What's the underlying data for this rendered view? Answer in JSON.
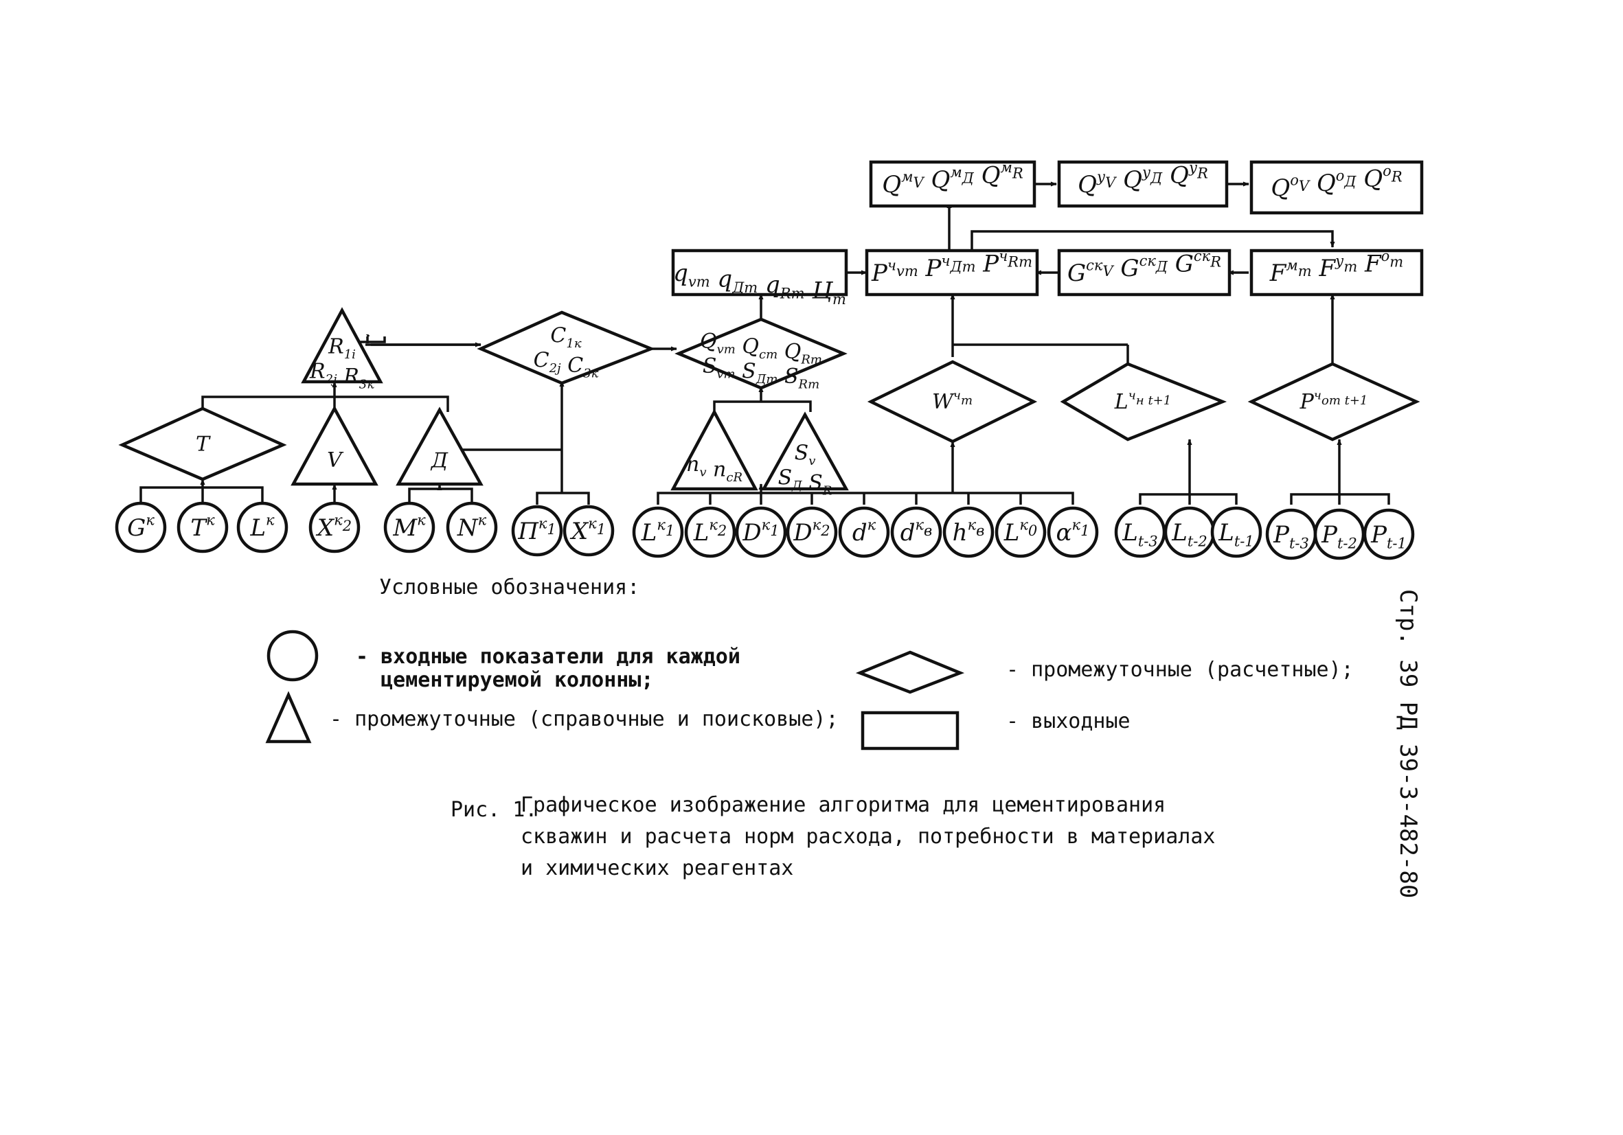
{
  "nodes": {
    "out_qvm": {
      "parts": [
        [
          "Q",
          "V",
          "м"
        ],
        [
          "Q",
          "Д",
          "м"
        ],
        [
          "Q",
          "R",
          "м"
        ]
      ]
    },
    "out_qvy": {
      "parts": [
        [
          "Q",
          "V",
          "у"
        ],
        [
          "Q",
          "Д",
          "у"
        ],
        [
          "Q",
          "R",
          "у"
        ]
      ]
    },
    "out_qv0": {
      "parts": [
        [
          "Q",
          "V",
          "о"
        ],
        [
          "Q",
          "Д",
          "о"
        ],
        [
          "Q",
          "R",
          "о"
        ]
      ]
    },
    "out_qrate": {
      "parts": [
        [
          "q",
          "vm",
          ""
        ],
        [
          "q",
          "Дm",
          ""
        ],
        [
          "q",
          "Rm",
          ""
        ],
        [
          "Ц",
          "m",
          ""
        ]
      ]
    },
    "out_pch": {
      "parts": [
        [
          "P",
          "vm",
          "ч"
        ],
        [
          "P",
          "Дm",
          "ч"
        ],
        [
          "P",
          "Rm",
          "ч"
        ]
      ]
    },
    "out_gsk": {
      "parts": [
        [
          "G",
          "V",
          "ск"
        ],
        [
          "G",
          "Д",
          "ск"
        ],
        [
          "G",
          "R",
          "ск"
        ]
      ]
    },
    "out_fm": {
      "parts": [
        [
          "F",
          "m",
          "м"
        ],
        [
          "F",
          "m",
          "у"
        ],
        [
          "F",
          "m",
          "о"
        ]
      ]
    },
    "tri_r": {
      "parts": [
        [
          "R",
          "1i",
          ""
        ],
        [
          "R",
          "2j",
          ""
        ],
        [
          "R",
          "3к",
          ""
        ]
      ]
    },
    "dia_c": {
      "parts": [
        [
          "C",
          "1к",
          ""
        ],
        [
          "C",
          "2j",
          ""
        ],
        [
          "C",
          "3к",
          ""
        ]
      ]
    },
    "dia_q": {
      "parts": [
        [
          "Q",
          "vm",
          ""
        ],
        [
          "Q",
          "cm",
          ""
        ],
        [
          "Q",
          "Rm",
          ""
        ],
        [
          "S",
          "vm",
          ""
        ],
        [
          "S",
          "Дm",
          ""
        ],
        [
          "S",
          "Rm",
          ""
        ]
      ]
    },
    "dia_t": {
      "parts": [
        [
          "T",
          "",
          ""
        ]
      ]
    },
    "tri_v": {
      "parts": [
        [
          "V",
          "",
          ""
        ]
      ]
    },
    "tri_d": {
      "parts": [
        [
          "Д",
          "",
          ""
        ]
      ]
    },
    "tri_n": {
      "parts": [
        [
          "n",
          "v",
          ""
        ],
        [
          "n",
          "cR",
          ""
        ]
      ]
    },
    "tri_s": {
      "parts": [
        [
          "S",
          "v",
          ""
        ],
        [
          "S",
          "Д",
          ""
        ],
        [
          "S",
          "R",
          ""
        ]
      ]
    },
    "dia_w": {
      "parts": [
        [
          "W",
          "m",
          "ч"
        ]
      ]
    },
    "dia_l": {
      "parts": [
        [
          "L",
          "н t+1",
          "ч"
        ]
      ]
    },
    "dia_p": {
      "parts": [
        [
          "P",
          "om t+1",
          "ч"
        ]
      ]
    },
    "c_g": {
      "parts": [
        [
          "G",
          "",
          "к"
        ]
      ]
    },
    "c_t": {
      "parts": [
        [
          "T",
          "",
          "к"
        ]
      ]
    },
    "c_l": {
      "parts": [
        [
          "L",
          "",
          "к"
        ]
      ]
    },
    "c_x2": {
      "parts": [
        [
          "X",
          "2",
          "к"
        ]
      ]
    },
    "c_m": {
      "parts": [
        [
          "M",
          "",
          "к"
        ]
      ]
    },
    "c_n": {
      "parts": [
        [
          "N",
          "",
          "к"
        ]
      ]
    },
    "c_p1": {
      "parts": [
        [
          "П",
          "1",
          "к"
        ]
      ]
    },
    "c_x1": {
      "parts": [
        [
          "X",
          "1",
          "к"
        ]
      ]
    },
    "c_l1": {
      "parts": [
        [
          "L",
          "1",
          "к"
        ]
      ]
    },
    "c_l2": {
      "parts": [
        [
          "L",
          "2",
          "к"
        ]
      ]
    },
    "c_d1": {
      "parts": [
        [
          "D",
          "1",
          "к"
        ]
      ]
    },
    "c_d2": {
      "parts": [
        [
          "D",
          "2",
          "к"
        ]
      ]
    },
    "c_dk": {
      "parts": [
        [
          "d",
          "",
          "к"
        ]
      ]
    },
    "c_dв": {
      "parts": [
        [
          "d",
          "в",
          "к"
        ]
      ]
    },
    "c_hв": {
      "parts": [
        [
          "h",
          "в",
          "к"
        ]
      ]
    },
    "c_l0": {
      "parts": [
        [
          "L",
          "0",
          "к"
        ]
      ]
    },
    "c_a1": {
      "parts": [
        [
          "α",
          "1",
          "к"
        ]
      ]
    },
    "c_lt3": {
      "parts": [
        [
          "L",
          "t-3",
          ""
        ]
      ]
    },
    "c_lt2": {
      "parts": [
        [
          "L",
          "t-2",
          ""
        ]
      ]
    },
    "c_lt1": {
      "parts": [
        [
          "L",
          "t-1",
          ""
        ]
      ]
    },
    "c_pt3": {
      "parts": [
        [
          "P",
          "t-3",
          ""
        ]
      ]
    },
    "c_pt2": {
      "parts": [
        [
          "P",
          "t-2",
          ""
        ]
      ]
    },
    "c_pt1": {
      "parts": [
        [
          "P",
          "t-1",
          ""
        ]
      ]
    }
  },
  "legend": {
    "title": "Условные обозначения:",
    "circle": "- входные показатели для каждой\n  цементируемой колонны;",
    "triangle": "- промежуточные (справочные и поисковые);",
    "diamond": "- промежуточные (расчетные);",
    "rect": "- выходные"
  },
  "caption": {
    "prefix": "Рис. 1.",
    "text": "Графическое изображение алгоритма для цементирования\nскважин и расчета норм расхода, потребности в материалах\nи химических реагентах"
  },
  "side_ref": "Стр. 39 РД 39-3-482-80"
}
